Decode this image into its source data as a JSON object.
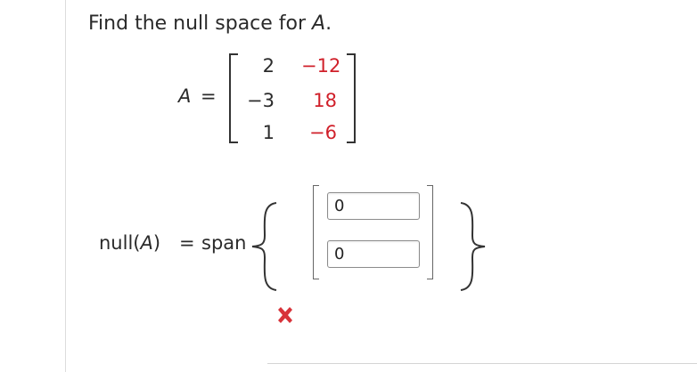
{
  "prompt": {
    "text": "Find the null space for ",
    "variable": "A",
    "period": "."
  },
  "matrix": {
    "label": "A",
    "equals": "=",
    "rows": [
      [
        "2",
        "−12"
      ],
      [
        "−3",
        "18"
      ],
      [
        "1",
        "−6"
      ]
    ],
    "column_colors": [
      "#2b2b2b",
      "#d0202a"
    ]
  },
  "null_space": {
    "prefix": "null(",
    "variable": "A",
    "suffix": ")",
    "equals": "=",
    "span_label": "span",
    "inputs": [
      {
        "value": "0"
      },
      {
        "value": "0"
      }
    ]
  },
  "status": {
    "icon": "red-x-icon",
    "color": "#d8333a"
  }
}
